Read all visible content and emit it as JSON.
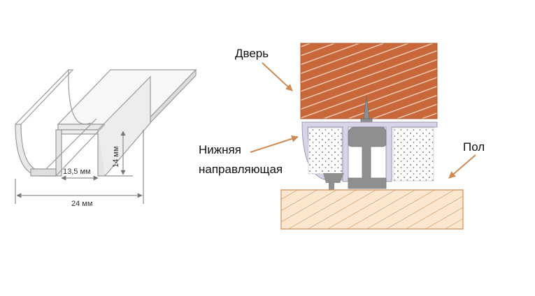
{
  "left_figure": {
    "dim_width": "24 мм",
    "dim_inner": "13,5 мм",
    "dim_height": "14 мм"
  },
  "right_figure": {
    "label_door": "Дверь",
    "label_rail_line1": "Нижняя",
    "label_rail_line2": "направляющая",
    "label_floor": "Пол"
  },
  "colors": {
    "door": "#c8683a",
    "floor": "#fbe7cf",
    "floor_stroke": "#d28b52",
    "arrow": "#cc8a55",
    "profile": "#d9d3e8",
    "roller": "#8f8f8f"
  }
}
